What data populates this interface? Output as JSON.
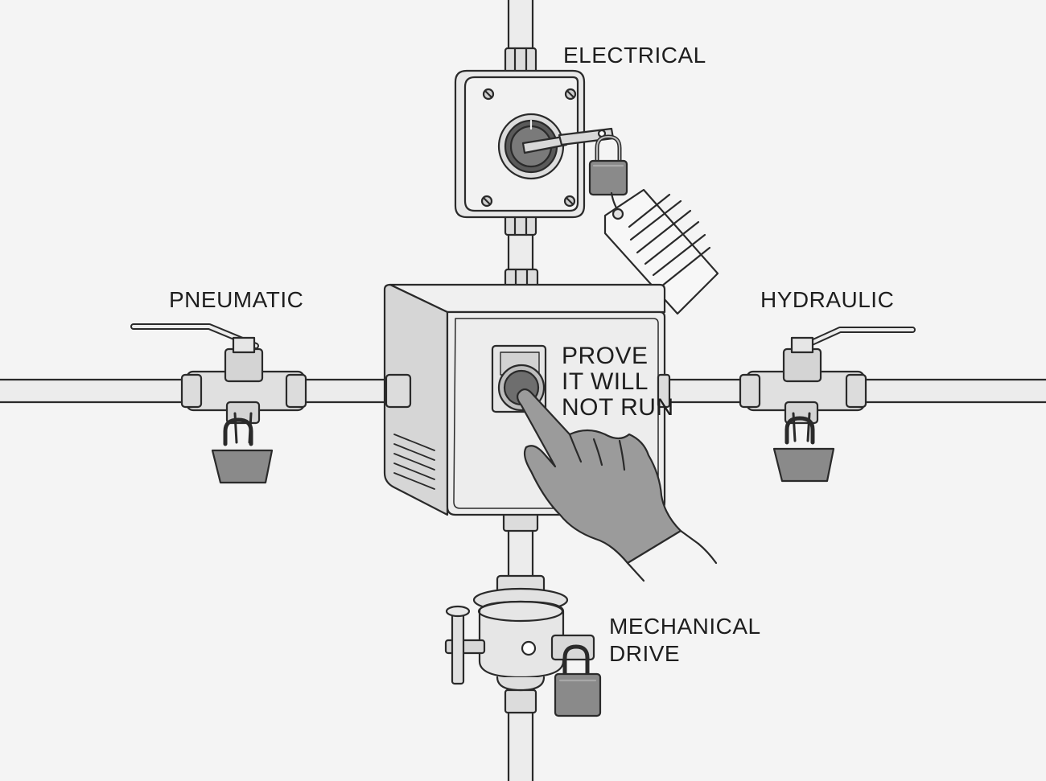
{
  "labels": {
    "electrical": "ELECTRICAL",
    "pneumatic": "PNEUMATIC",
    "hydraulic": "HYDRAULIC",
    "mechanical_line1": "MECHANICAL",
    "mechanical_line2": "DRIVE",
    "prove_line1": "PROVE",
    "prove_line2": "IT WILL",
    "prove_line3": "NOT RUN"
  },
  "colors": {
    "background": "#f4f4f4",
    "outline": "#2a2a2a",
    "pipe_fill": "#ececec",
    "box_fill": "#e8e8e8",
    "padlock_fill": "#8a8a8a",
    "glove_fill": "#9b9b9b",
    "button_fill": "#6e6e6e"
  },
  "icons": [
    "disconnect-switch-icon",
    "padlock-icon",
    "lockout-tag-icon",
    "ball-valve-icon",
    "gloved-hand-icon",
    "shaft-coupling-icon"
  ]
}
